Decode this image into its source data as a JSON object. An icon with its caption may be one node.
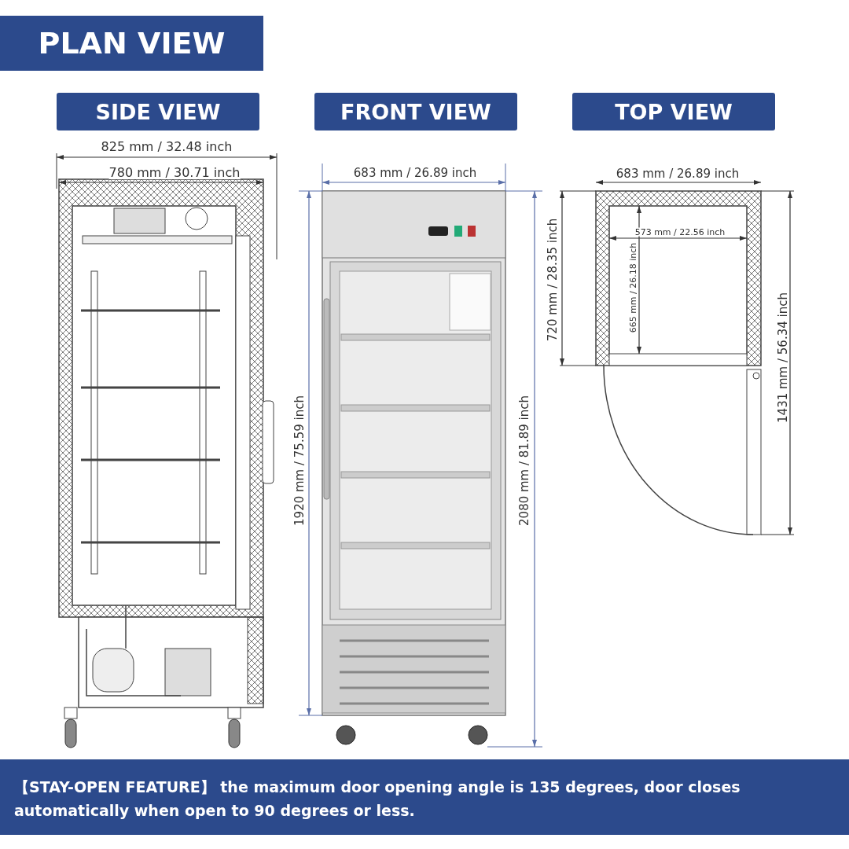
{
  "diagram": {
    "title": "PLAN VIEW",
    "caption": "【STAY-OPEN FEATURE】 the maximum door opening angle is 135 degrees, door closes automatically when open to 90 degrees or less.",
    "labels": [
      "SIDE VIEW",
      "FRONT VIEW",
      "TOP VIEW",
      "825 mm / 32.48 inch",
      "780 mm / 30.71 inch",
      "683 mm / 26.89 inch",
      "683 mm / 26.89 inch",
      "573 mm / 22.56 inch",
      "720 mm / 28.35 inch",
      "665 mm / 26.18 inch",
      "1431 mm / 56.34 inch",
      "1920 mm / 75.59 inch",
      "2080 mm / 81.89 inch"
    ]
  }
}
